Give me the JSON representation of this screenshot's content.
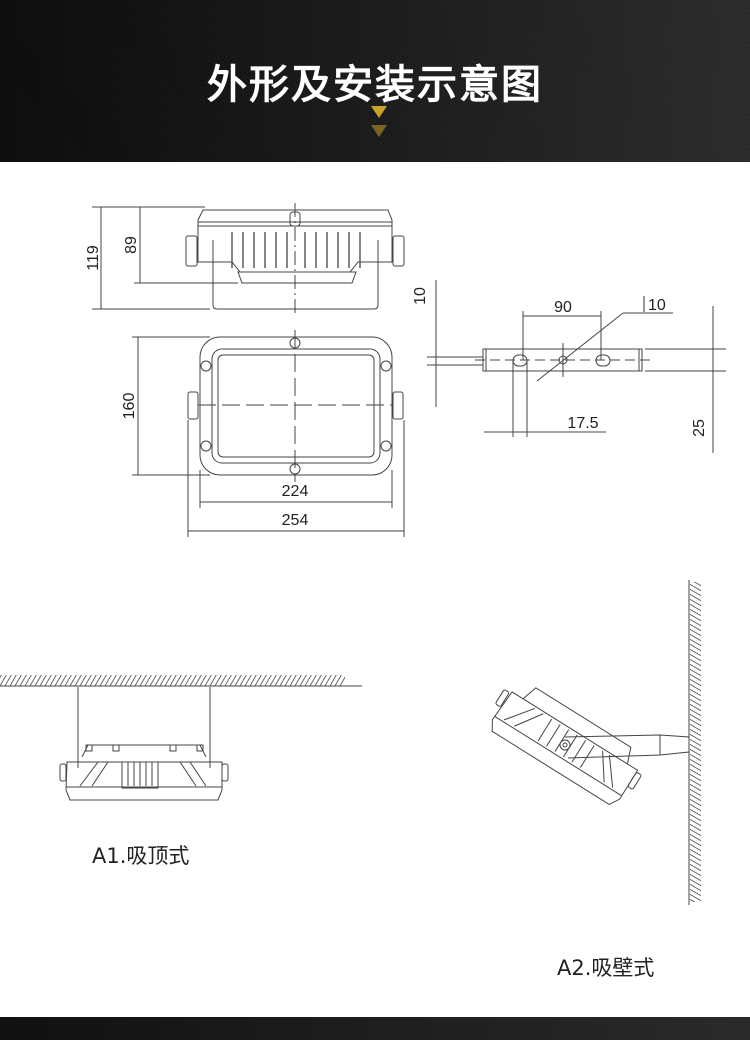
{
  "header": {
    "title": "外形及安装示意图",
    "accent_color": "#c9a227"
  },
  "dimensions": {
    "side_total_height": "119",
    "side_body_height": "89",
    "front_height": "160",
    "front_inner_width": "224",
    "front_total_width": "254",
    "bracket_thickness": "10",
    "bracket_hole_spacing": "90",
    "bracket_slot_width": "10",
    "bracket_edge_offset": "17.5",
    "bracket_width": "25"
  },
  "installations": [
    {
      "label": "A1.吸顶式"
    },
    {
      "label": "A2.吸壁式"
    }
  ]
}
